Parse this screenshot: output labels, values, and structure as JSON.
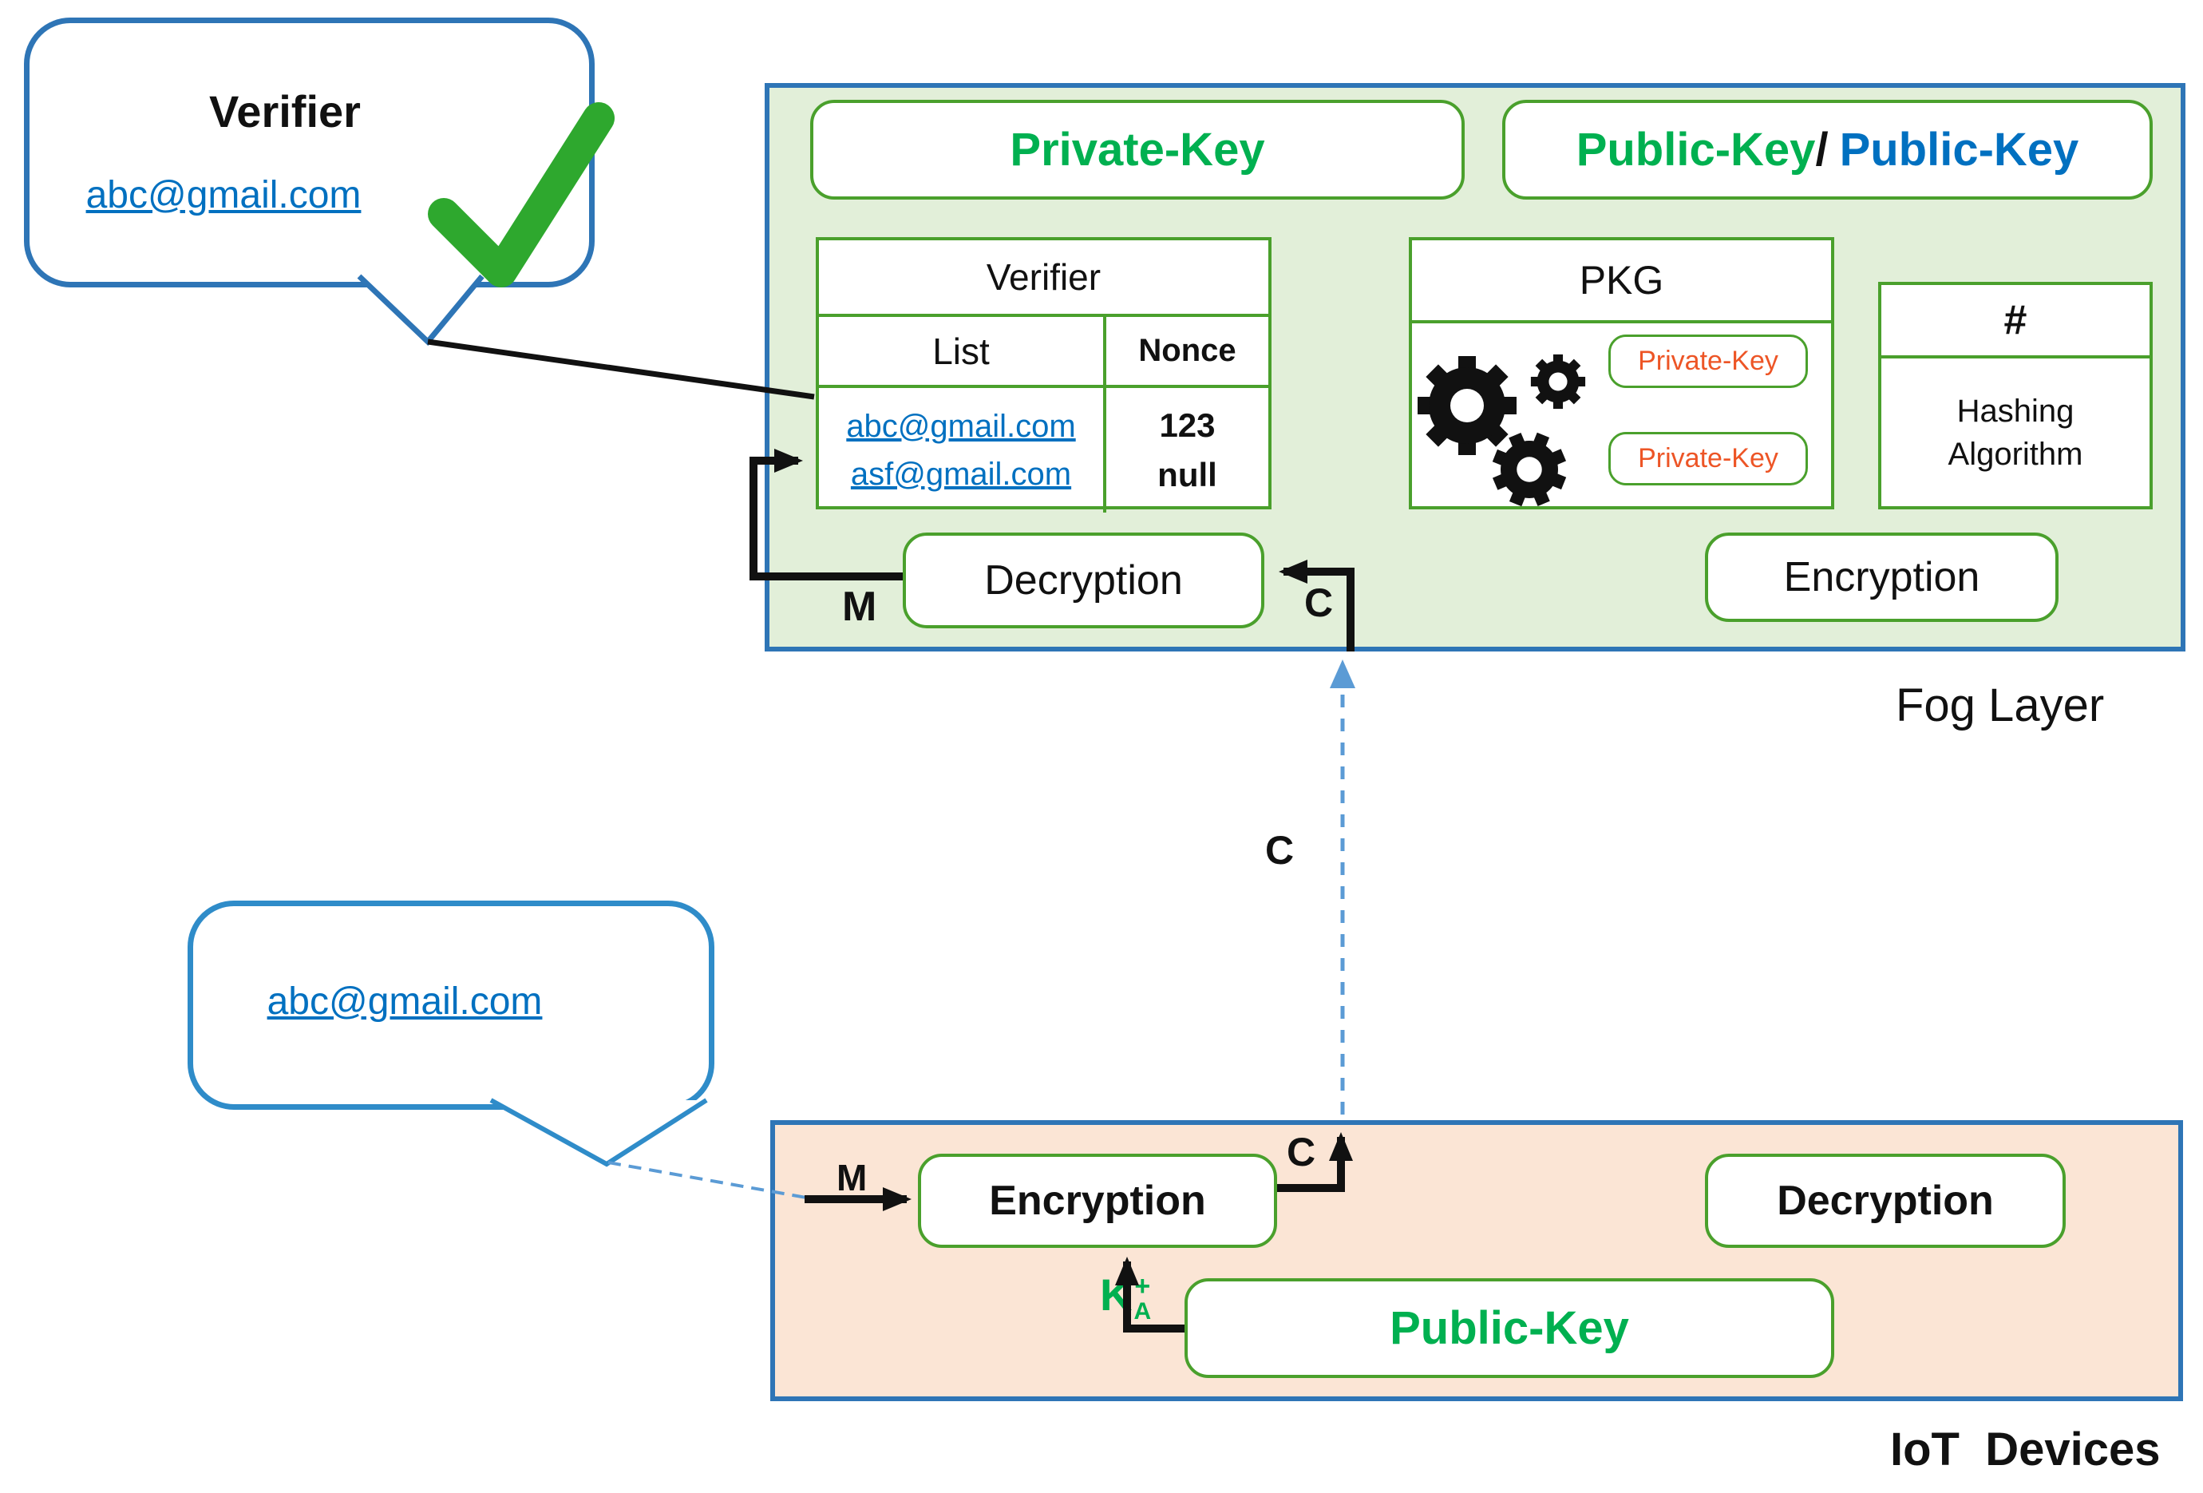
{
  "colors": {
    "fog_fill": "#E2EFD9",
    "iot_fill": "#FBE5D5",
    "frame_blue": "#2E75B6",
    "box_green": "#4AA02C",
    "text_green": "#00B050",
    "text_blue": "#0070C0",
    "text_orange": "#ED5526",
    "check_green": "#2EA82E",
    "dash_blue": "#5B9BD5"
  },
  "verifier_bubble": {
    "title": "Verifier",
    "email": "abc@gmail.com"
  },
  "sender_bubble": {
    "email": "abc@gmail.com"
  },
  "fog_layer": {
    "caption": "Fog Layer",
    "private_key_header": "Private-Key",
    "public_key_green": "Public-Key",
    "public_key_slash": "/",
    "public_key_blue": "Public-Key",
    "verifier_table": {
      "title": "Verifier",
      "list_header": "List",
      "nonce_header": "Nonce",
      "emails": [
        "abc@gmail.com",
        "asf@gmail.com"
      ],
      "nonces": [
        "123",
        "null"
      ]
    },
    "pkg": {
      "title": "PKG",
      "key_labels": [
        "Private-Key",
        "Private-Key"
      ]
    },
    "hashing": {
      "symbol": "#",
      "line1": "Hashing",
      "line2": "Algorithm"
    },
    "decryption_label": "Decryption",
    "encryption_label": "Encryption",
    "m_label": "M",
    "c_label": "C"
  },
  "channel": {
    "c_label": "C"
  },
  "iot_layer": {
    "caption": "IoT  Devices",
    "encryption_label": "Encryption",
    "decryption_label": "Decryption",
    "public_key_label": "Public-Key",
    "m_label": "M",
    "c_label": "C",
    "key_label": "K",
    "key_sup": "+",
    "key_sub": "A"
  }
}
